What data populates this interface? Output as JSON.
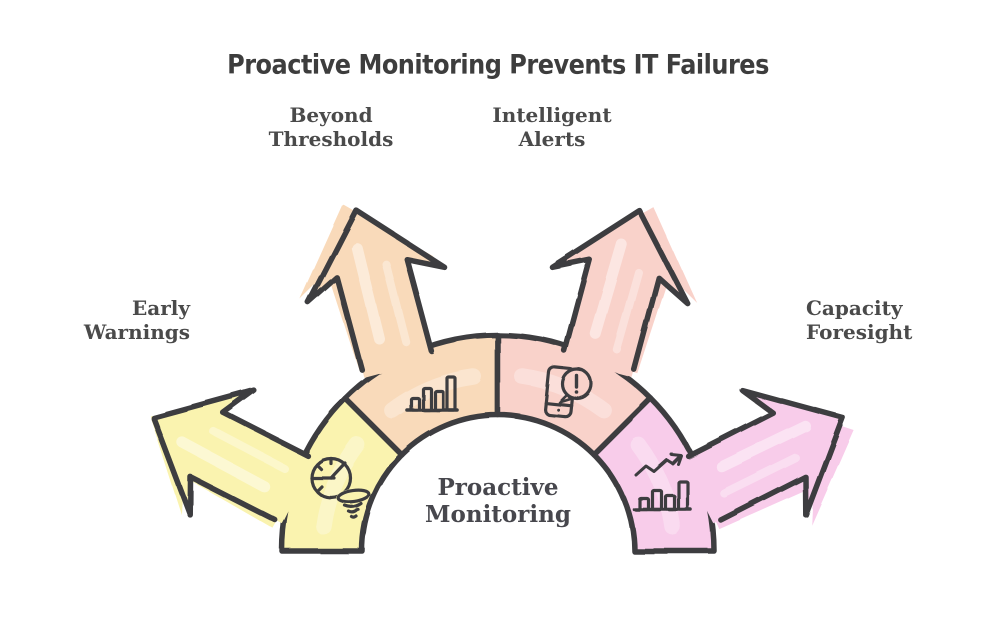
{
  "title": "Proactive Monitoring Prevents IT Failures",
  "center_label": {
    "line1": "Proactive",
    "line2": "Monitoring"
  },
  "branches": [
    {
      "id": "early-warnings",
      "label_line1": "Early",
      "label_line2": "Warnings",
      "color": "#faf3af",
      "icon": "radar-tornado-icon"
    },
    {
      "id": "beyond-thresholds",
      "label_line1": "Beyond",
      "label_line2": "Thresholds",
      "color": "#f9daba",
      "icon": "bar-chart-icon"
    },
    {
      "id": "intelligent-alerts",
      "label_line1": "Intelligent",
      "label_line2": "Alerts",
      "color": "#f9d2ca",
      "icon": "phone-alert-icon"
    },
    {
      "id": "capacity-foresight",
      "label_line1": "Capacity",
      "label_line2": "Foresight",
      "color": "#f8ccea",
      "icon": "trend-chart-icon"
    }
  ],
  "colors": {
    "outline": "#3e3e40",
    "label_text": "#4a4a4a",
    "title_text": "#3d3d3d"
  }
}
